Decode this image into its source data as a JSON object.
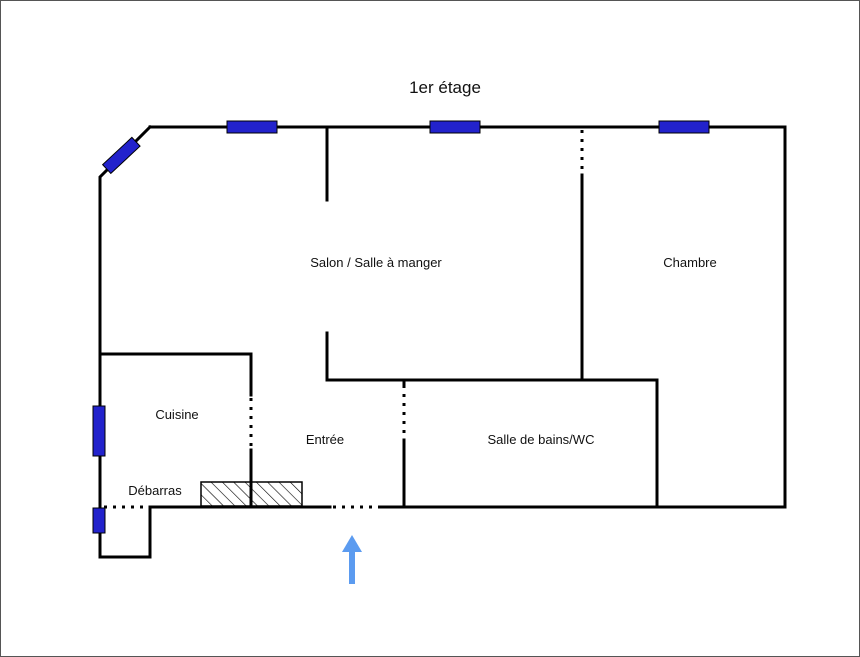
{
  "title": "1er étage",
  "rooms": {
    "salon": "Salon / Salle à manger",
    "chambre": "Chambre",
    "cuisine": "Cuisine",
    "entree": "Entrée",
    "sdb": "Salle de bains/WC",
    "debarras": "Débarras"
  },
  "colors": {
    "wall": "#000000",
    "window": "#2222cc",
    "entrance_arrow": "#5b9bf0",
    "hatch": "#000000"
  },
  "icons": {
    "entrance": "up-arrow-icon"
  }
}
